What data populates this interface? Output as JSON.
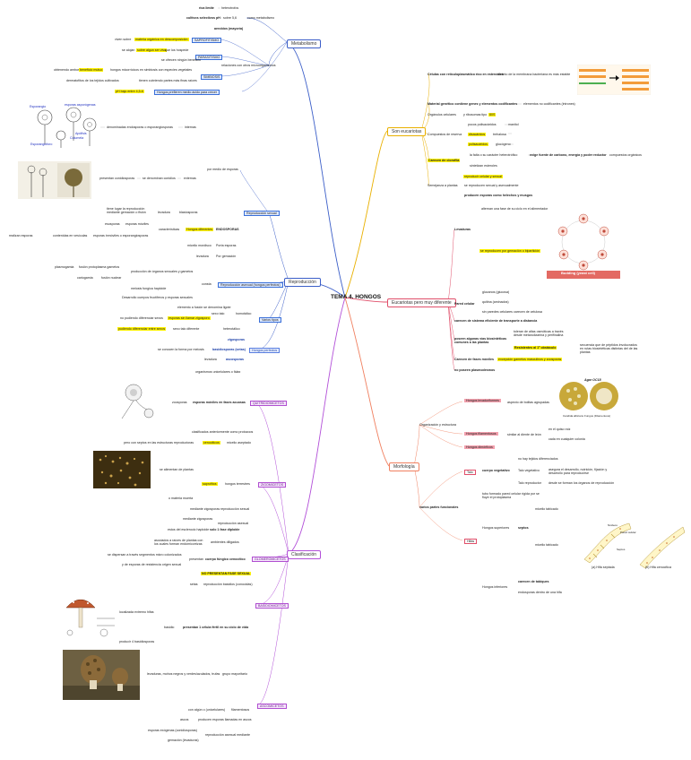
{
  "central": "TEMA 4. HONGOS",
  "branches": {
    "metabolismo": "Metabolismo",
    "reproduccion": "Reproducción",
    "clasificacion": "Clasificación",
    "eucariotas": "Son eucariotas",
    "diferente": "Eucariotas pero muy diferente",
    "morfologia": "Morfología"
  },
  "metabolismo": {
    "rica_limite": "rica limite",
    "heterotrofos": "heterotrofos",
    "cultivos_selectivos": "cultivos selectivos pH",
    "sobre_5": "sobre 5,6",
    "como_metabolismo": "como metabolismo",
    "aerobios": "aerobios (mayoría)",
    "viven_sobre": "viven sobre",
    "materia_org": "materia orgánica en descomposición",
    "saprofitismo": "SAPROFITISMO",
    "se_alojan": "se alojan",
    "sobre_algun": "sobre algun ser vivo",
    "aporta": "que los hospede",
    "parasitismo": "PARASITISMO",
    "se_ofrecen": "se ofrecen ningún beneficio",
    "relaciones": "relaciones con otros microorganismos",
    "obtienen_ambos": "obtenendo ambos",
    "beneficio_mutuo": "beneficio mutuo",
    "hongos_micorriz": "hongos micorrícicos en simbiosis con especies vegetales",
    "simbiosis": "SIMBIOSIS",
    "dermatofitos": "dermatofitos de los tejidos cultivados",
    "tienen_cubierta": "tienen cubriendo partes más finas raíces",
    "ph_bajo": "pH bajo entre 4,5-6",
    "hongos_prefieren": "Hongos prefieren medio ácido para crecer"
  },
  "reproduccion": {
    "esporangio": "Esporangio",
    "esporas_asporogenas": "esporas asporógenas",
    "esporangioforo": "Esporangióforo",
    "apofisis": "Apófisis",
    "columela": "Columela",
    "denominadas": "denominadas endosporas o esporangiosporas",
    "internas": "internas",
    "presentan_conidiosporas": "presentan conidiosporas",
    "se_denominan": "se denominan conidios",
    "externas": "externas",
    "por_medio": "por medio de esporas",
    "tiene_lugar": "tiene lugar la reproducción mediante gemación o fisión",
    "levadura": "levadura",
    "blastosporas": "blastosporas",
    "reproduccion_sexual": "Reproducción sexual",
    "esosporas": "esosporas",
    "esporas_moviles": "esporas móviles",
    "caracteristicas": "características",
    "hongos_diferentes": "Hongos diferentes",
    "endosporas": "ENDOSPORAS",
    "realizan_esporas": "realizan esporas",
    "contenidas": "contenidas en vesículas",
    "esporas_inmoviles": "esporas inmóviles o esporangiosporas",
    "micelio_mordisco": "micelio mordisco",
    "porta_esporas": "Porta esporas",
    "levadura_2": "levadura",
    "por_gemacion": "Por gemación",
    "plasmogamia": "plasmogamia",
    "fusion_protoplasma": "fusión protoplasma gametos",
    "produccion_organos": "producción de órganos sexuales y gametos",
    "cariogamia": "cariogamia",
    "fusion_nuclear": "fusión nuclear",
    "meiosis": "meiosis fungica haploide",
    "consta": "consta",
    "reproduccion_asexual": "Reproducción asexual (hongos perfectos)",
    "desarrollo": "Desarrollo cuerpos fructíferos y esporas sexuales",
    "elemento_fusion": "elemento a fusión se denomina ligote",
    "sexo_talo": "sexo talo",
    "homotalico": "homotálico",
    "varios_tipos": "Varios tipos",
    "no_pudiendo": "no pudiendo diferenciar sexos",
    "esporas_sin_genotipo": "esporas sin llamar zigosporo",
    "pudiendo": "pudiendo diferenciar entre sexos",
    "sexo_talo_2": "sexo talo diferente",
    "heterotalico": "heterotálico",
    "zigosporas": "zigosporas",
    "se_conocen": "se conocen la forma por meiosis",
    "basidiosporas": "basidiosporas (setas)",
    "hongos_perfectos": "Hongos perfectos",
    "levadura_3": "levadura",
    "ascosporas": "ascosporas"
  },
  "clasificacion": {
    "organismos": "organismos unicelulares o fálax",
    "zoosporas": "zoosporas",
    "esporas_moviles": "esporas móviles en fases acuosas",
    "quitridiomicetos": "QUITRIDIOMICETOS",
    "clasificados": "clasificados anteriormente como protozoos",
    "pero_sin_septos": "pero con septos en las estructuras reproductoras",
    "cenociticos": "cenociticos",
    "micelio_aseptado": "micelio aseptado",
    "se_alimentan": "se alimentan de plantas",
    "saprofitos": "saprofitos",
    "hongos_terrestres": "hongos terrestres",
    "zigomicetos": "ZIGOMICETOS",
    "o_materia": "o materia muerta",
    "mediante_zigosporas": "mediante zigosporas",
    "reproduccion_sexual": "reproducción sexual",
    "mediante_esporas": "mediante zigosporas",
    "reproduccion_asexual": "reproducción asexual",
    "estos_del": "estos del esclerocio haploide",
    "solo_fase": "solo 1 fase diploide",
    "asociados": "asociados a raíces de plantas con los cuales forman endomicorrizas",
    "ambientes": "ambientes diligados",
    "glomeromicetos": "GLOMEROMICETOS",
    "se_dispersan": "se dispersan  a través segmentos micro colonizados",
    "presentan": "presentan",
    "cuerpo_fungico": "cuerpo fúngico cenocítico",
    "y_esporas": "y de esporas de resistencia origen sexual",
    "no_presentan": "NO PRESENTAN FASE SEXUAL",
    "setas": "setas",
    "reproduccion_basidios": "reproducción basidios (conocidas)",
    "basidiomicetos": "BASIDIOMICETOS",
    "localizada": "localizada extremo hifas",
    "basidio": "basidio",
    "presentan_celula": "presentan 1 célula fértil en su ciclo de vida",
    "producir": "producir 4 basidiosporas",
    "levaduras": "levaduras, mohos negros y verdes/azulados, trufas",
    "grupo_mayoritario": "grupo mayoritario",
    "ascomicetos": "ASCOMICETOS",
    "con_algun": "con algún o  (unicelulares)",
    "filamentosos": "filamentosos",
    "ascos": "ascos",
    "producen_esporas": "producen esporas llamadas en ascos",
    "esporas_exogenas": "esporas exógenas (conidiosporas)",
    "reproduccion_asexual_2": "reproducción asexual mediante",
    "gemacion": "gemación (levaduras)"
  },
  "eucariotas": {
    "celulas_con_membrana": "Células con retículoplasmático rico en esteroides",
    "esteroides": "esteroides",
    "distinto": "distinto de la membrana bacteriana es más estable",
    "material_genetico": "Material genético contiene genes y elementos codificantes",
    "elementos_no": "elementos no codificantes (intrones)",
    "organulos_celulares": "Orgánulos celulares",
    "ribosomas": "y ribosomas tipo",
    "r80s": "80S",
    "pocos_polisacaridos": "pocos polisacáridos",
    "manitol": "manitol",
    "compuestos_reserva": "Compuestos de reserva",
    "disacaridos": "disacáridos",
    "trehalosa": "trehalosa",
    "polisacaridos": "polisacáridos",
    "glucogeno": "glucógeno",
    "la_falta": "la falta o su carácter heterotrófico",
    "exige_fuente": "exige fuente de carbono, energía y poder reductor",
    "compuestos_organicos": "compuestos orgánicos",
    "carecen_clorofila": "Carecen de clorofila",
    "sintetizan": "sintetizan esteroles",
    "reproducir_celular": "reproducir celular y sexual",
    "se_reproducen": "se reproducen sexual y asexualmente",
    "semejanza": "Semejanza a plantas",
    "producen_esporas": "producen esporas como helechos y musgos"
  },
  "diferente": {
    "alternan_fase": "alternan una fase de su ciclo en el alimentador",
    "levaduras": "Levaduras",
    "se_reproducen": "se reproducen por gemación o bipartición",
    "budding": "Budding (yeast cell)",
    "glucanos": "glucanos (glucosa)",
    "quitina": "quitina (aminados)",
    "pared_celular": "Pared celular",
    "sin_paredes": "sin paredes celulares carecen de celulosa",
    "carecen_sistema": "carecen de sistema eficiente de transporte a distancia",
    "toleran_altas": "toleran de altas osmóticas a través",
    "poseen_algunas": "poseen algunas vías biosintéticas comunes a las plantas",
    "de_sintesis": "desde metanolizarina y perifinalina",
    "resistentes": "Resistentes al 1º obstáculo",
    "secuencia": "secuencia que de péptidos involucrados en rutas biosintéticas distintas del de las plantas",
    "carecen_fases": "Carecen de fases móviles",
    "excepcion": "excepción gametos masculinos y zoosporas",
    "no_poseen": "no poseen plasmodesmos"
  },
  "morfologia": {
    "hongos_levaduriformes": "Hongos levaduriformes",
    "aspecto": "aspecto de bolitas agrupadas",
    "agar": "Agar OC18",
    "candida": "Candida albicans",
    "fungus": "Fungus (Filamentous)",
    "organizacion": "Organización y estructura",
    "hongos_filamentosos": "Hongos filamentosos",
    "similar": "similar al diente de león",
    "en_el_quiso": "en el quiso raíz",
    "lado_en_cualquier": "cada en cualquier colonia",
    "hongos_dimorficos": "Hongos dimórficos",
    "talo": "Talo",
    "no_hay_tejidos": "no hay tejidos diferenciados",
    "cuerpo_vegetativo": "cuerpo vegetativo",
    "talo_vegetativo": "Talo vegetativo",
    "asegura": "asegura el desarrollo, nutrición, fijación y desarrollo para reproducirse",
    "talo_reproductor": "Talo reproductor",
    "desde": "desde se forman los órganos de reproducción",
    "varios_partes": "varios partes funcionales",
    "tubo_formado": "tubo formado pared celular rígida por se fluye el protoplasma",
    "hongos_superiores": "Hongos superiores",
    "septos": "septos",
    "micelio_tabicado": "micelio tabicado",
    "hifas": "Hifas",
    "micelio_septado": "micelio tabicado",
    "hongos_inferiores": "Hongos inferiores",
    "carecen_tabiques": "carecen de tabiques",
    "endosporas": "endosporas dentro de una hifa",
    "hifa_septada": "(a) Hifa septada",
    "hifa_cenocitica": "(b) Hifa cenocítica",
    "nucleos": "Núcleos",
    "pared_celular": "Pared celular",
    "septos_lbl": "Septos"
  },
  "images": {
    "budding_title": "Budding (yeast cell)"
  }
}
